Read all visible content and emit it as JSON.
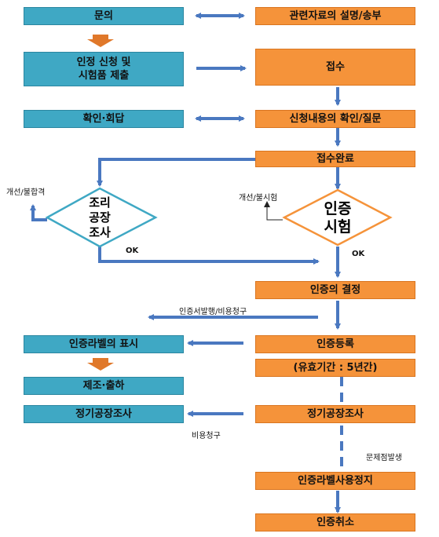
{
  "left_boxes": {
    "inquiry": "문의",
    "apply": [
      "인정 신청 및",
      "시험품 제출"
    ],
    "confirm_reply": "확인·회답",
    "label_display": "인증라벨의 표시",
    "manufacture": "제조·출하",
    "periodic_audit_left": "정기공장조사"
  },
  "right_boxes": {
    "materials": "관련자료의 설명/송부",
    "receipt": "접수",
    "check_question": "신청내용의 확인/질문",
    "receipt_done": "접수완료",
    "decision": "인증의 결정",
    "registration": "인증등록",
    "validity": "(유효기간 : 5년간)",
    "periodic_audit_right": "정기공장조사",
    "label_suspend": "인증라벨사용정지",
    "cancel": "인증취소"
  },
  "diamonds": {
    "factory_audit": [
      "조리",
      "공장",
      "조사"
    ],
    "cert_test": [
      "인증",
      "시험"
    ]
  },
  "labels": {
    "improve_fail": "개선/불합격",
    "improve_failtest": "개선/불시험",
    "ok_left": "OK",
    "ok_right": "OK",
    "cert_issue_billing": "인증서발행/비용청구",
    "billing": "비용청구",
    "problem_occur": "문제점발생"
  },
  "colors": {
    "teal": "#3fa8c4",
    "orange": "#f5933a",
    "arrow_blue": "#4a78c0",
    "diamond_teal": "#3fa8c4",
    "diamond_orange": "#f5933a"
  }
}
